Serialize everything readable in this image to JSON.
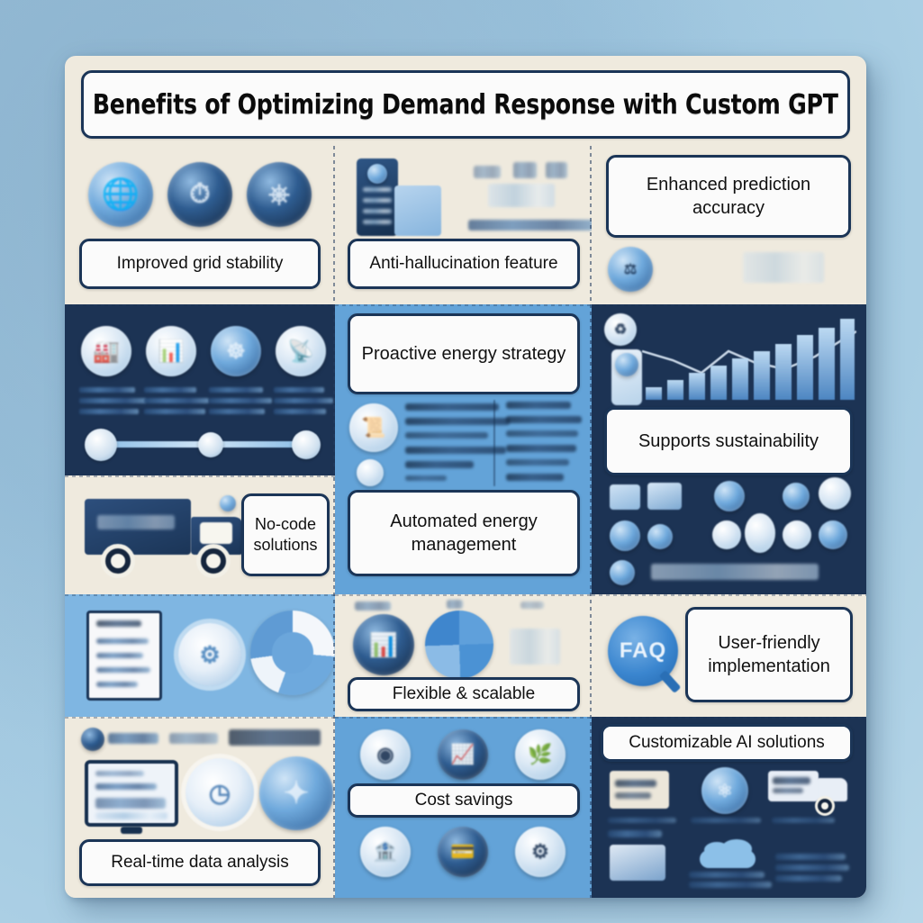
{
  "poster": {
    "title": "Benefits of Optimizing Demand Response with Custom GPT",
    "background_color": "#a5c9e2",
    "paper_color": "#efeade",
    "accent_dark": "#1b3557",
    "accent_navy_cell": "#1c3354",
    "accent_blue_cell": "#63a3d8",
    "accent_lightblue_cell": "#7fb6e2"
  },
  "cells": [
    {
      "id": "improved-grid-stability",
      "label": "Improved grid stability",
      "background": "cream",
      "icons": [
        "globe-grid-icon",
        "gauge-meter-icon",
        "power-cycle-icon"
      ]
    },
    {
      "id": "anti-hallucination-feature",
      "label": "Anti-hallucination feature",
      "background": "cream",
      "icons": [
        "server-shield-icon"
      ]
    },
    {
      "id": "enhanced-prediction-accuracy",
      "label": "Enhanced prediction accuracy",
      "background": "cream",
      "icons": [
        "badge-icon"
      ]
    },
    {
      "id": "process-icons-row",
      "label": "",
      "background": "navy",
      "icons": [
        "factory-icon",
        "analytics-icon",
        "network-icon",
        "signal-icon",
        "timeline-connector"
      ]
    },
    {
      "id": "proactive-energy-strategy",
      "label": "Proactive energy strategy",
      "background": "midblue",
      "icons": [
        "document-compare-icon"
      ]
    },
    {
      "id": "automated-energy-management",
      "label": "Automated energy management",
      "background": "midblue",
      "icons": []
    },
    {
      "id": "supports-sustainability",
      "label": "Supports sustainability",
      "background": "navy",
      "icons": [
        "bar-chart-icon",
        "line-trend-icon",
        "icon-grid"
      ]
    },
    {
      "id": "no-code-solutions",
      "label": "No-code solutions",
      "background": "cream",
      "icons": [
        "delivery-truck-icon"
      ]
    },
    {
      "id": "dashboard-row",
      "label": "",
      "background": "lightblue",
      "icons": [
        "checklist-document-icon",
        "gear-icon",
        "donut-chart-icon"
      ]
    },
    {
      "id": "flexible-scalable",
      "label": "Flexible & scalable",
      "background": "cream",
      "icons": [
        "dark-circle-icon",
        "pie-chart-icon"
      ]
    },
    {
      "id": "user-friendly-implementation",
      "label": "User-friendly implementation",
      "background": "cream",
      "icons": [
        "faq-magnifier-icon"
      ]
    },
    {
      "id": "real-time-data-analysis",
      "label": "Real-time data analysis",
      "background": "cream",
      "icons": [
        "monitor-icon",
        "clock-gear-icon",
        "compass-icon"
      ]
    },
    {
      "id": "cost-savings",
      "label": "Cost savings",
      "background": "midblue",
      "icons": [
        "coin-icon",
        "chart-icon",
        "leaf-icon",
        "bank-icon",
        "wallet-icon",
        "gear-icon"
      ]
    },
    {
      "id": "customizable-ai-solutions",
      "label": "Customizable AI solutions",
      "background": "navy",
      "icons": [
        "card-icon",
        "ai-node-icon",
        "truck-icon",
        "screen-icon",
        "cloud-icon"
      ]
    }
  ],
  "faq_badge": "FAQ"
}
